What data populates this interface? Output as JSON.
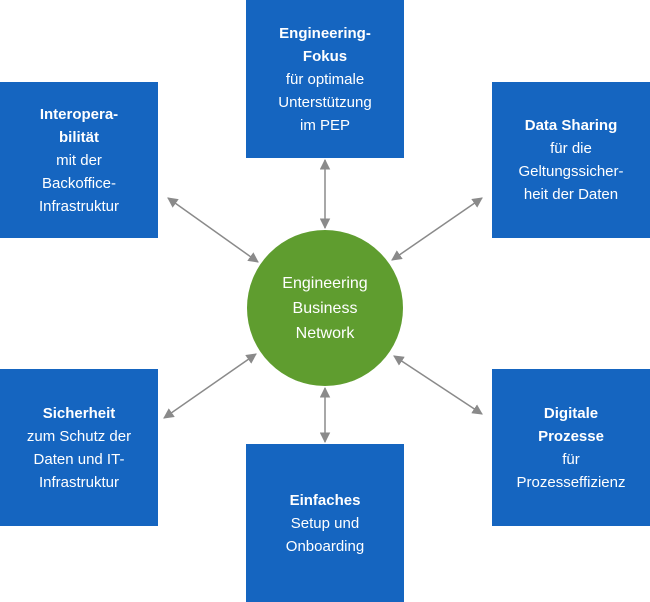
{
  "colors": {
    "box": "#1565c0",
    "hub": "#5f9d2f",
    "arrow": "#8a8a8a"
  },
  "hub": {
    "lines": [
      "Engineering",
      "Business",
      "Network"
    ]
  },
  "boxes": {
    "top": {
      "title": [
        "Engineering-",
        "Fokus"
      ],
      "text": [
        "für optimale",
        "Unterstützung",
        "im PEP"
      ]
    },
    "upper_left": {
      "title": [
        "Interopera-",
        "bilität"
      ],
      "text": [
        "mit der",
        "Backoffice-",
        "Infrastruktur"
      ]
    },
    "upper_right": {
      "title": [
        "Data Sharing"
      ],
      "text": [
        "für die",
        "Geltungssicher-",
        "heit der Daten"
      ]
    },
    "lower_left": {
      "title": [
        "Sicherheit"
      ],
      "text": [
        "zum Schutz der",
        "Daten und IT-",
        "Infrastruktur"
      ]
    },
    "lower_right": {
      "title": [
        "Digitale",
        "Prozesse"
      ],
      "text": [
        "für",
        "Prozesseffizienz"
      ]
    },
    "bottom": {
      "title": [
        "Einfaches"
      ],
      "text": [
        "Setup und",
        "Onboarding"
      ]
    }
  }
}
